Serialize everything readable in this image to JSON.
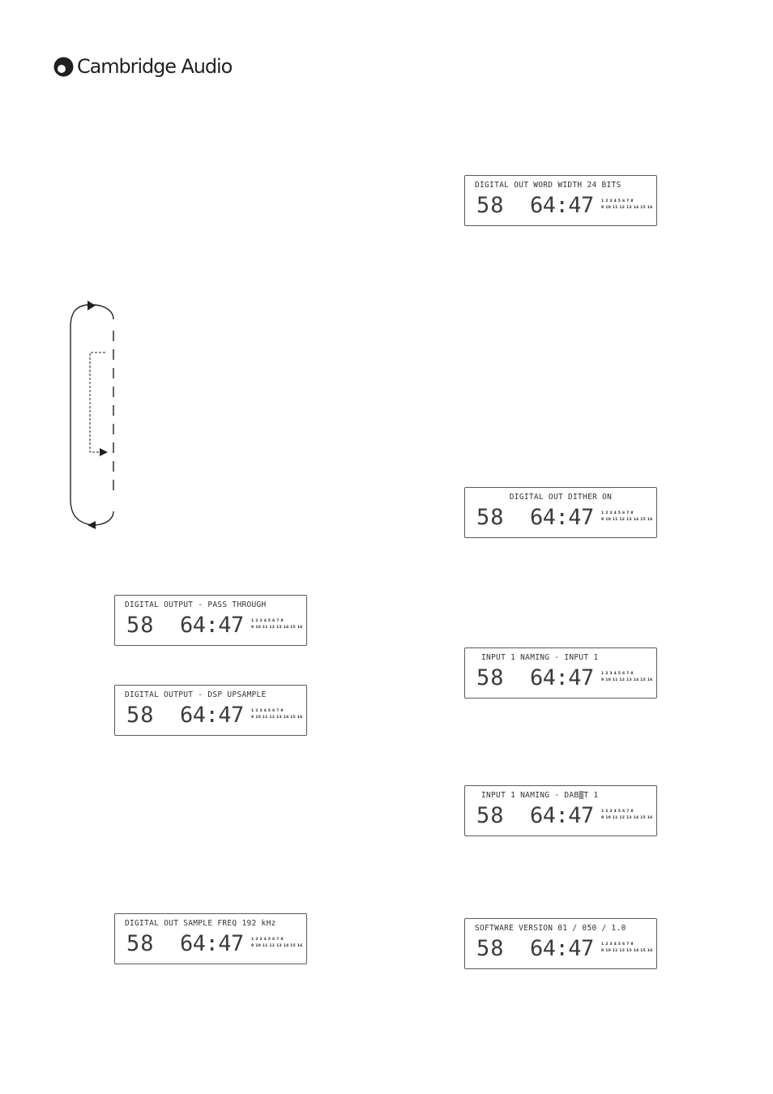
{
  "brand": {
    "name": "Cambridge Audio",
    "logo_icon": "cambridge-audio-logo-icon"
  },
  "display_common": {
    "track": "58",
    "time": "64:47",
    "track_row_1": "1 2 3 4 5 6 7 8",
    "track_row_2": "9 10 11 12 13 14 15 16"
  },
  "displays": [
    {
      "id": "pass-through",
      "line": "DIGITAL OUTPUT - PASS THROUGH"
    },
    {
      "id": "dsp-upsample",
      "line": "DIGITAL OUTPUT - DSP UPSAMPLE"
    },
    {
      "id": "sample-freq",
      "line": "DIGITAL OUT SAMPLE FREQ 192 kHz"
    },
    {
      "id": "word-width",
      "line": "DIGITAL OUT WORD WIDTH 24 BITS"
    },
    {
      "id": "dither",
      "line": "DIGITAL OUT DITHER ON"
    },
    {
      "id": "input-naming-1",
      "line": "INPUT 1 NAMING - INPUT 1"
    },
    {
      "id": "input-naming-2",
      "line": "INPUT 1 NAMING - DAB▒T 1"
    },
    {
      "id": "software-version",
      "line": "SOFTWARE VERSION 01 / 050 / 1.0"
    }
  ],
  "diagram": {
    "icons": [
      "arrow-right-icon",
      "arrow-left-icon"
    ]
  }
}
